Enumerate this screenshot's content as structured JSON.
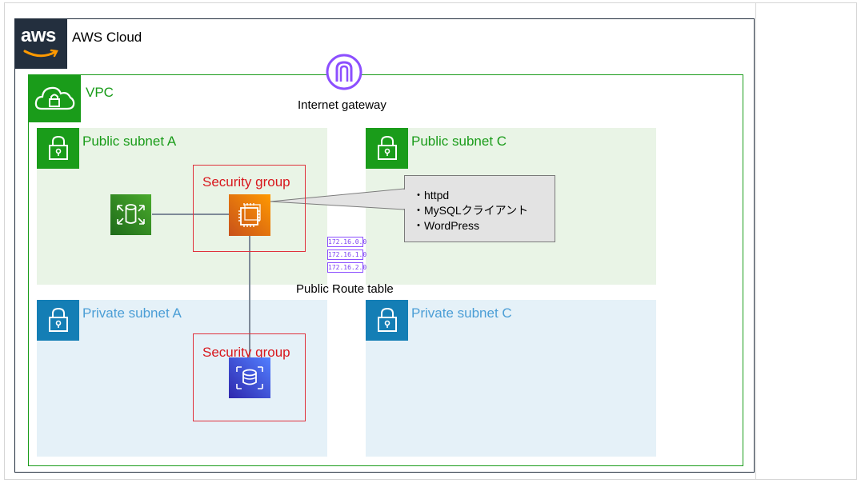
{
  "diagram": {
    "aws_cloud_label": "AWS Cloud",
    "aws_logo_text": "aws",
    "vpc_label": "VPC",
    "internet_gateway_label": "Internet gateway",
    "subnets": {
      "public_a": "Public subnet A",
      "public_c": "Public subnet C",
      "private_a": "Private subnet A",
      "private_c": "Private subnet C"
    },
    "security_group_label": "Security group",
    "security_group_db_label": "Security group",
    "route_table": {
      "label": "Public Route table",
      "entries": [
        "172.16.0.0",
        "172.16.1.0",
        "172.16.2.0"
      ]
    },
    "callout": {
      "items": [
        "・httpd",
        "・MySQLクライアント",
        "・WordPress"
      ]
    },
    "colors": {
      "aws_dark": "#232f3e",
      "vpc_green": "#1a9c1a",
      "public_subnet_bg": "#e9f4e6",
      "private_subnet_bg": "#e5f1f8",
      "private_blue": "#147eb5",
      "security_group_red": "#d8171d",
      "ec2_orange": "#f58534",
      "rds_purple": "#3b48cc",
      "igw_purple": "#8c4fff"
    },
    "icons": {
      "aws_logo": "aws-logo-icon",
      "vpc": "vpc-cloud-lock-icon",
      "internet_gateway": "internet-gateway-icon",
      "subnet_lock": "lock-icon",
      "efs": "efs-icon",
      "ec2": "ec2-instance-icon",
      "rds": "rds-database-icon",
      "route_table": "route-table-icon"
    }
  }
}
